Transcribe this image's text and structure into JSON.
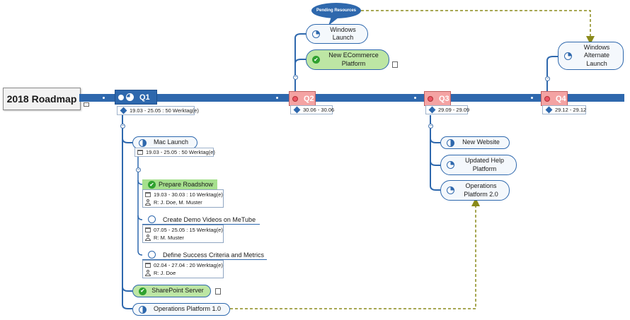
{
  "central_topic": "2018 Roadmap",
  "callout": "Pending Resources",
  "quarters": {
    "q1": {
      "label": "Q1",
      "date": "19.03 - 25.05 : 50 Werktag(e)"
    },
    "q2": {
      "label": "Q2",
      "date": "30.06 - 30.06"
    },
    "q3": {
      "label": "Q3",
      "date": "29.09 - 29.09"
    },
    "q4": {
      "label": "Q4",
      "date": "29.12 - 29.12"
    }
  },
  "q2_topics": {
    "windows_launch": "Windows\nLaunch",
    "ecommerce": "New ECommerce\nPlatform"
  },
  "q4_topics": {
    "alternate": "Windows\nAlternate\nLaunch"
  },
  "q3_topics": {
    "new_website": "New Website",
    "help_platform": "Updated Help\nPlatform",
    "ops2": "Operations\nPlatform 2.0"
  },
  "q1_topics": {
    "mac_launch": "Mac Launch",
    "mac_date": "19.03 - 25.05 : 50 Werktag(e)",
    "sharepoint": "SharePoint Server",
    "ops1": "Operations Platform 1.0",
    "tasks": [
      {
        "title": "Prepare Roadshow",
        "date": "19.03 - 30.03 : 10 Werktag(e)",
        "resource": "R: J. Doe, M. Muster"
      },
      {
        "title": "Create Demo Videos on MeTube",
        "date": "07.05 - 25.05 : 15 Werktag(e)",
        "resource": "R: M. Muster"
      },
      {
        "title": "Define Success Criteria and Metrics",
        "date": "02.04 - 27.04 : 20 Werktag(e)",
        "resource": "R: J. Doe"
      }
    ]
  },
  "colors": {
    "bar": "#2e68ad",
    "done": "#a6e08e",
    "quarter_future": "#f4a3a3",
    "relation": "#8a8a1a"
  }
}
